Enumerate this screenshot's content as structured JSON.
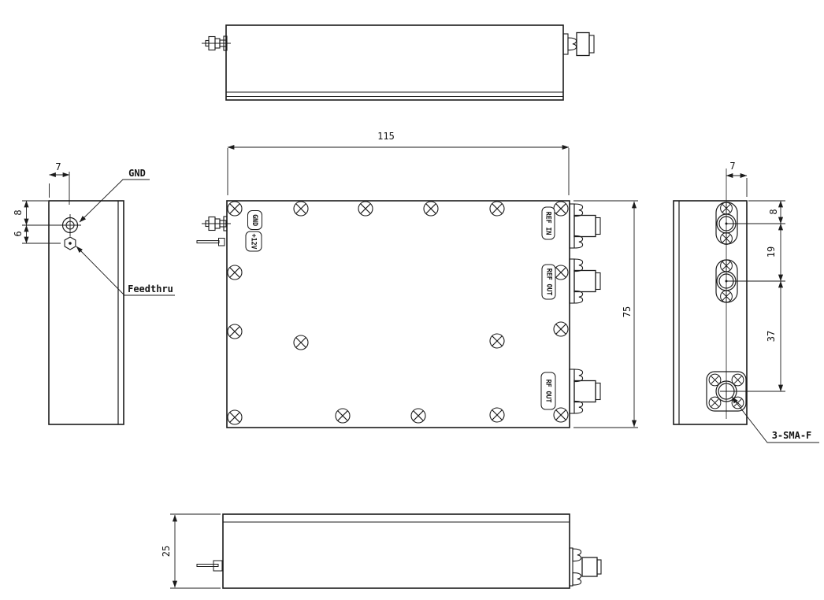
{
  "drawing": {
    "type": "mechanical-orthographic-views",
    "background": "#ffffff",
    "line_color": "#1b1b1b",
    "left_view": {
      "dim_width": "7",
      "dim_gnd_offset": "8",
      "dim_feedthru_offset": "6",
      "callout_gnd": "GND",
      "callout_feedthru": "Feedthru"
    },
    "front_view": {
      "dim_length": "115",
      "dim_height": "75",
      "port_gnd": "GND",
      "port_12v": "+12V",
      "port_ref_in": "REF IN",
      "port_ref_out": "REF OUT",
      "port_rf_out": "RF OUT"
    },
    "right_view": {
      "dim_offset": "7",
      "dim_top": "8",
      "dim_mid": "19",
      "dim_bottom": "37",
      "callout_connector": "3-SMA-F"
    },
    "bottom_view": {
      "dim_height": "25"
    }
  }
}
